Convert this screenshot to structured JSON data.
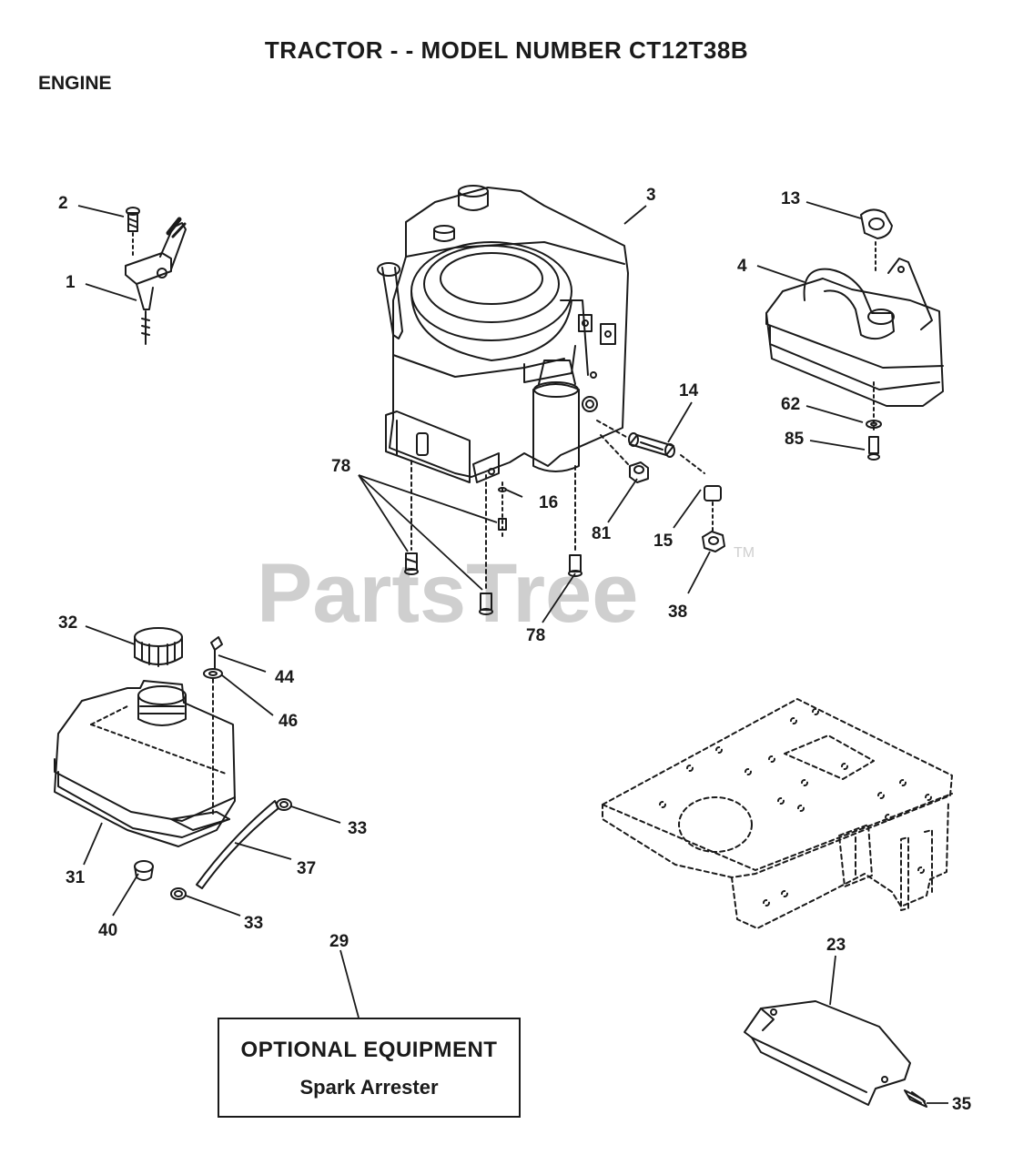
{
  "title": "TRACTOR - - MODEL NUMBER CT12T38B",
  "section": "ENGINE",
  "watermark": {
    "text": "PartsTree",
    "trademark": "TM"
  },
  "optional_box": {
    "title": "OPTIONAL EQUIPMENT",
    "subtitle": "Spark Arrester"
  },
  "callouts": [
    {
      "id": "c2",
      "text": "2"
    },
    {
      "id": "c1",
      "text": "1"
    },
    {
      "id": "c3",
      "text": "3"
    },
    {
      "id": "c13",
      "text": "13"
    },
    {
      "id": "c4",
      "text": "4"
    },
    {
      "id": "c14",
      "text": "14"
    },
    {
      "id": "c62",
      "text": "62"
    },
    {
      "id": "c85",
      "text": "85"
    },
    {
      "id": "c78a",
      "text": "78"
    },
    {
      "id": "c16",
      "text": "16"
    },
    {
      "id": "c81",
      "text": "81"
    },
    {
      "id": "c15",
      "text": "15"
    },
    {
      "id": "c38",
      "text": "38"
    },
    {
      "id": "c78b",
      "text": "78"
    },
    {
      "id": "c32",
      "text": "32"
    },
    {
      "id": "c44",
      "text": "44"
    },
    {
      "id": "c46",
      "text": "46"
    },
    {
      "id": "c33a",
      "text": "33"
    },
    {
      "id": "c37",
      "text": "37"
    },
    {
      "id": "c31",
      "text": "31"
    },
    {
      "id": "c40",
      "text": "40"
    },
    {
      "id": "c33b",
      "text": "33"
    },
    {
      "id": "c29",
      "text": "29"
    },
    {
      "id": "c23",
      "text": "23"
    },
    {
      "id": "c35",
      "text": "35"
    }
  ]
}
